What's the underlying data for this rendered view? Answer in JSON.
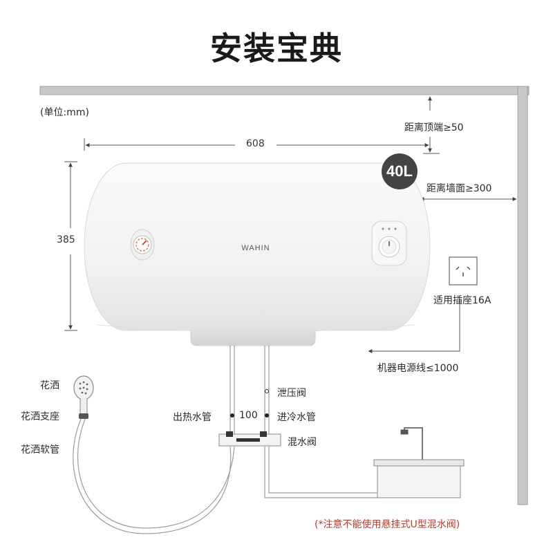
{
  "title": "安装宝典",
  "unit_label": "(单位:mm)",
  "dimensions": {
    "width": "608",
    "height": "385",
    "top_clearance": "距离顶端≥50",
    "wall_clearance": "距离墙面≥300",
    "power_cord": "机器电源线≤1000",
    "pipe_spacing": "100"
  },
  "heater": {
    "capacity": "40L",
    "brand": "WAHIN"
  },
  "labels": {
    "socket": "适用插座16A",
    "relief_valve": "泄压阀",
    "hot_pipe": "出热水管",
    "cold_pipe": "进冷水管",
    "mixing_valve": "混水阀",
    "shower_head": "花洒",
    "shower_holder": "花洒支座",
    "shower_hose": "花洒软管"
  },
  "note": "(*注意不能使用悬挂式U型混水阀)",
  "colors": {
    "wall": "#bdbdbd",
    "tank": "#f4f4f4",
    "note": "#c0392b",
    "badge": "#444444"
  }
}
